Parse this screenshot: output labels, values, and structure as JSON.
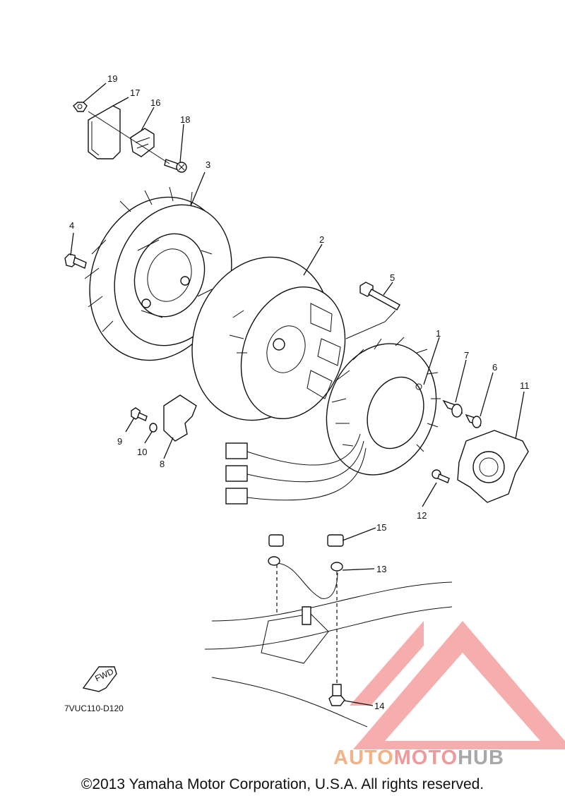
{
  "diagram": {
    "code": "7VUC110-D120",
    "fwd_label": "FWD",
    "callouts": [
      "1",
      "2",
      "3",
      "4",
      "5",
      "6",
      "7",
      "8",
      "9",
      "10",
      "11",
      "12",
      "13",
      "14",
      "15",
      "16",
      "17",
      "18",
      "19"
    ]
  },
  "watermark": {
    "part1": "AUTO",
    "part2": "MOTO",
    "part3": "HUB"
  },
  "footer": {
    "copyright": "©2013 Yamaha Motor Corporation, U.S.A. All rights reserved."
  },
  "colors": {
    "watermark_red": "#ef6b6b",
    "watermark_orange": "#f4b183",
    "watermark_gray": "#a8a8a8"
  }
}
